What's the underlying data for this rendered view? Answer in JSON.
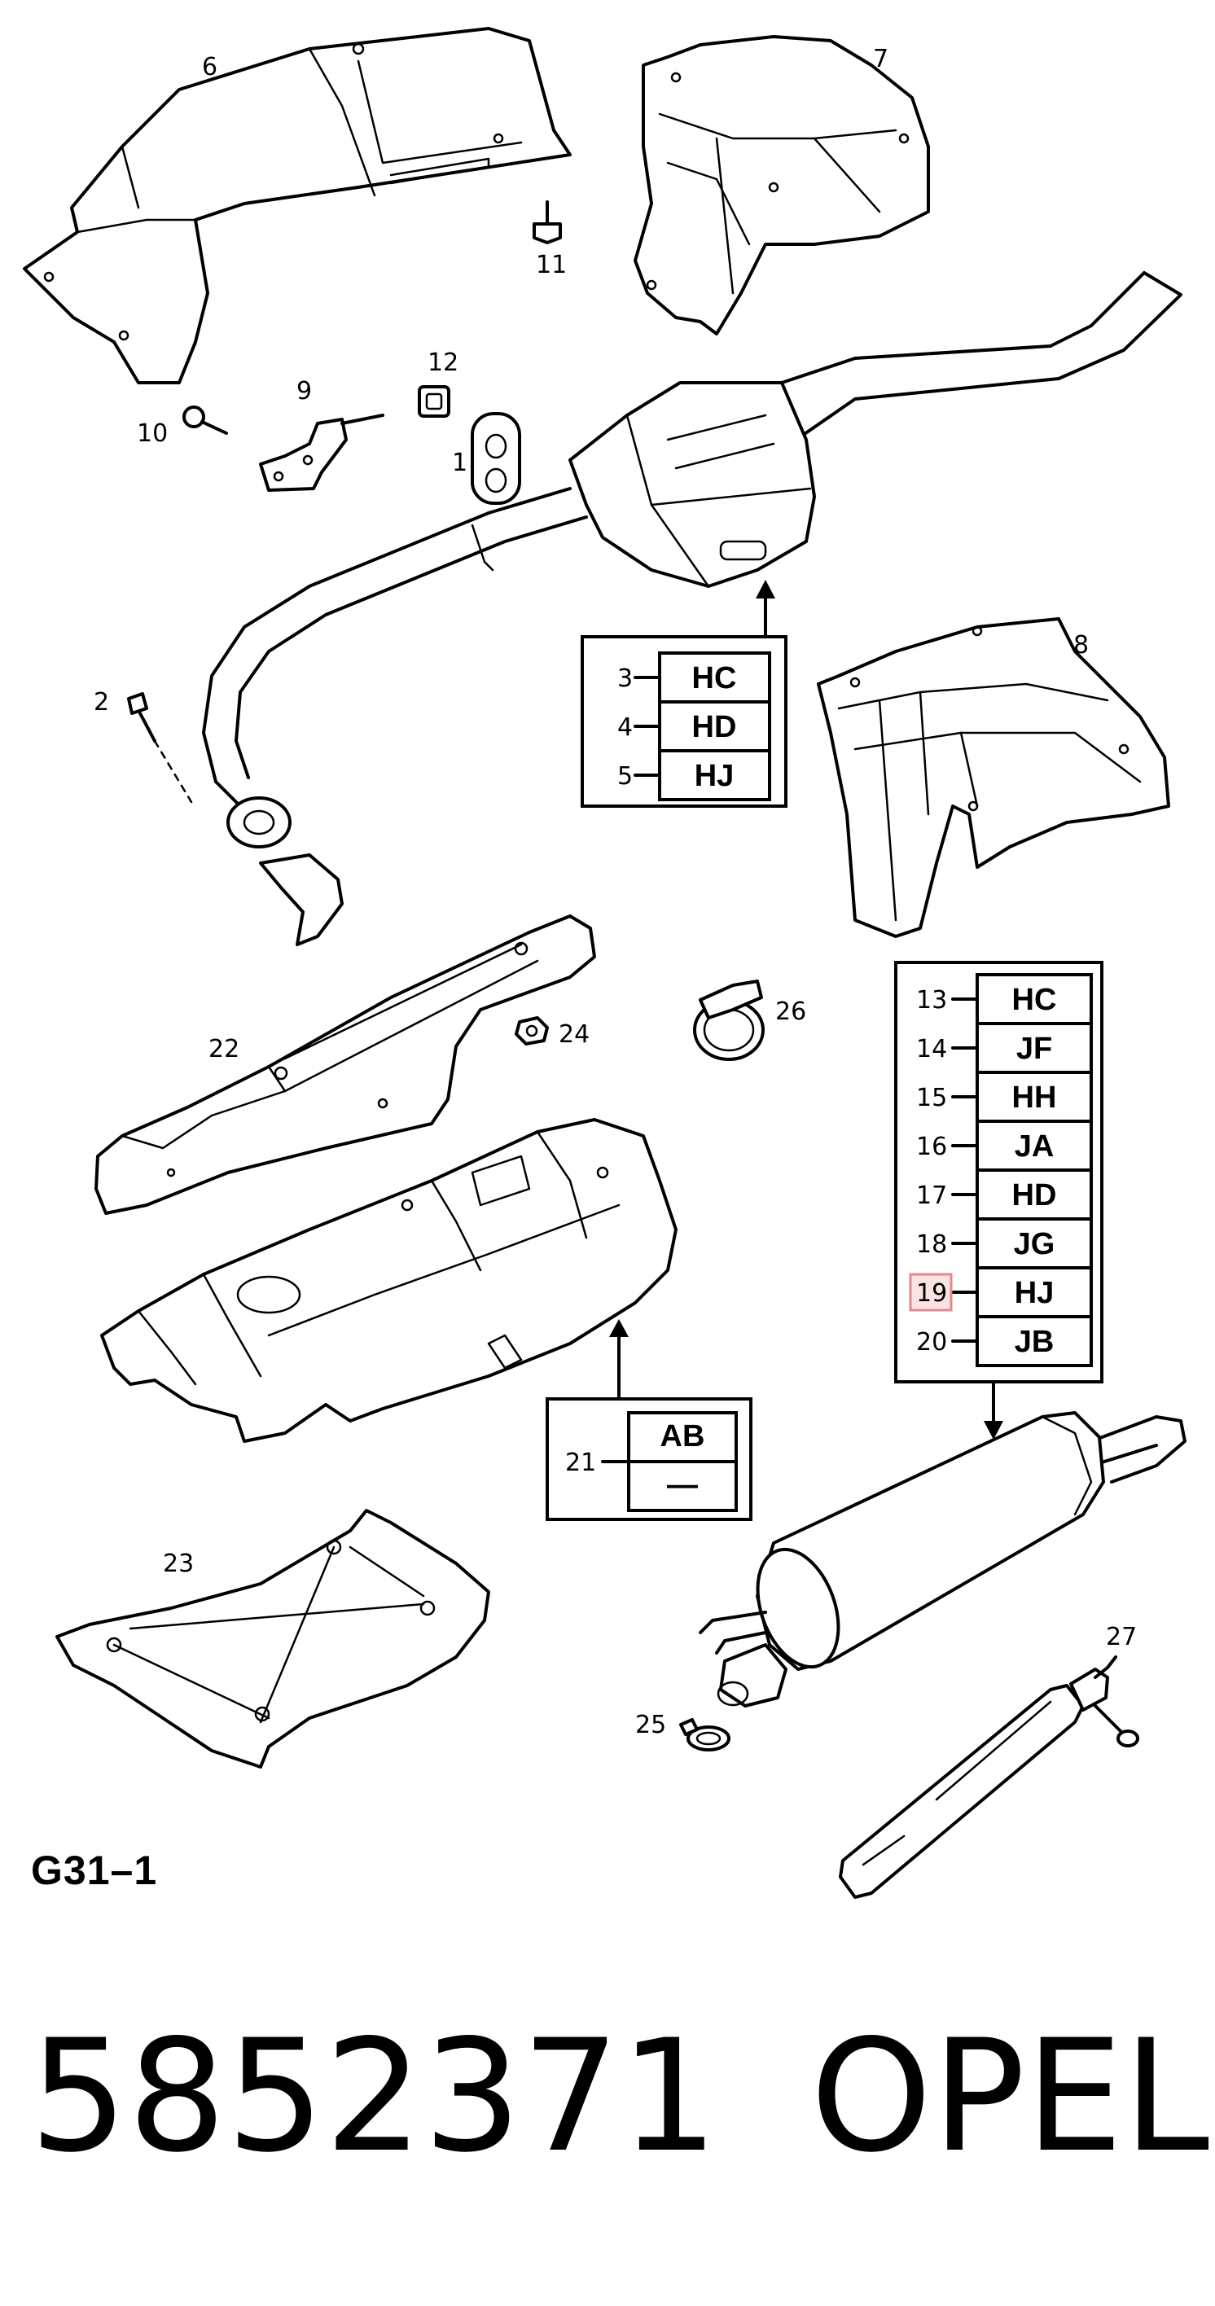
{
  "callouts": {
    "c1": "1",
    "c2": "2",
    "c6": "6",
    "c7": "7",
    "c8": "8",
    "c9": "9",
    "c10": "10",
    "c11": "11",
    "c12": "12",
    "c22": "22",
    "c23": "23",
    "c24": "24",
    "c25": "25",
    "c26": "26",
    "c27": "27"
  },
  "code_table_a": {
    "rows": [
      {
        "item": "3",
        "code": "HC"
      },
      {
        "item": "4",
        "code": "HD"
      },
      {
        "item": "5",
        "code": "HJ"
      }
    ]
  },
  "code_table_b": {
    "rows": [
      {
        "item": "13",
        "code": "HC"
      },
      {
        "item": "14",
        "code": "JF"
      },
      {
        "item": "15",
        "code": "HH"
      },
      {
        "item": "16",
        "code": "JA"
      },
      {
        "item": "17",
        "code": "HD"
      },
      {
        "item": "18",
        "code": "JG"
      },
      {
        "item": "19",
        "code": "HJ",
        "highlighted": true
      },
      {
        "item": "20",
        "code": "JB"
      }
    ]
  },
  "code_table_c": {
    "rows": [
      {
        "item": "21",
        "code": "AB",
        "code2": "—"
      }
    ]
  },
  "highlight_color": "#e3898d",
  "diagram_id": "G31–1",
  "part_number": "5852371",
  "brand": "OPEL"
}
